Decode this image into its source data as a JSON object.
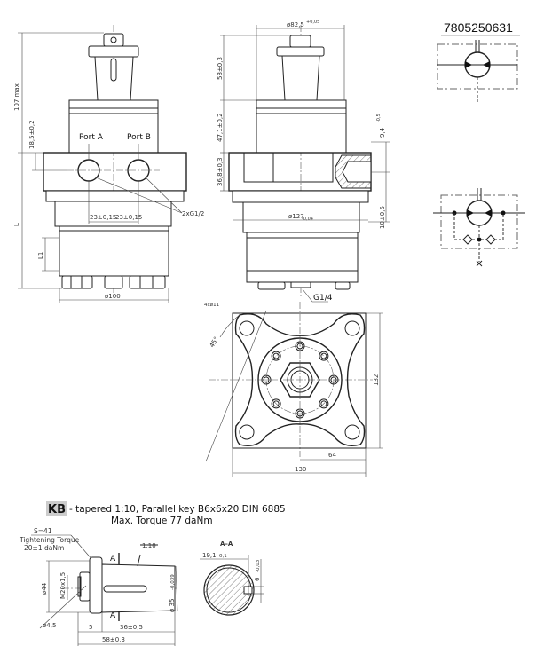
{
  "part_number": "7805250631",
  "front_view": {
    "port_a": "Port A",
    "port_b": "Port B",
    "dim_overall": "107 max",
    "dim_port_offset": "18,5±0,2",
    "dim_length": "L",
    "dim_l1": "L1",
    "dim_port_spacing_left": "23±0,15",
    "dim_port_spacing_right": "23±0,15",
    "port_thread": "2xG1/2",
    "dim_diameter": "ø100"
  },
  "side_view": {
    "dim_pilot": "ø82,5",
    "dim_pilot_tol": "+0,05",
    "dim_shaft": "58±0,3",
    "dim_upper": "47,1±0,2",
    "dim_block": "36,8±0,3",
    "dim_drain": "9,4",
    "dim_drain_tol": "-0,5",
    "dim_body": "ø127",
    "dim_body_tol": "-0,04",
    "dim_lower": "10±0,5",
    "drain_thread": "G1/4"
  },
  "flange_view": {
    "holes": "4xø11",
    "angle": "45°",
    "dim_height": "132",
    "dim_half": "64",
    "dim_width": "130"
  },
  "shaft": {
    "code": "KB",
    "description": "- tapered 1:10, Parallel key B6x6x20 DIN 6885",
    "torque": "Max. Torque 77 daNm",
    "nut_size": "S=41",
    "tightening_label": "Tightening Torque",
    "tightening_value": "20±1 daNm",
    "taper": "1:10",
    "section_mark_top": "A",
    "section_mark_bottom": "A",
    "dim_flange": "ø44",
    "dim_thread": "M20x1,5",
    "dim_taper_dia": "ø 35",
    "dim_taper_tol": "-0,039",
    "dim_pin": "ø4,5",
    "dim_5": "5",
    "dim_36": "36±0,5",
    "dim_58": "58±0,3"
  },
  "section": {
    "title": "A–A",
    "dim_key_depth": "19,1",
    "dim_key_depth_tol": "-0,1",
    "dim_key_width": "6",
    "dim_key_width_tol": "-0,03"
  }
}
